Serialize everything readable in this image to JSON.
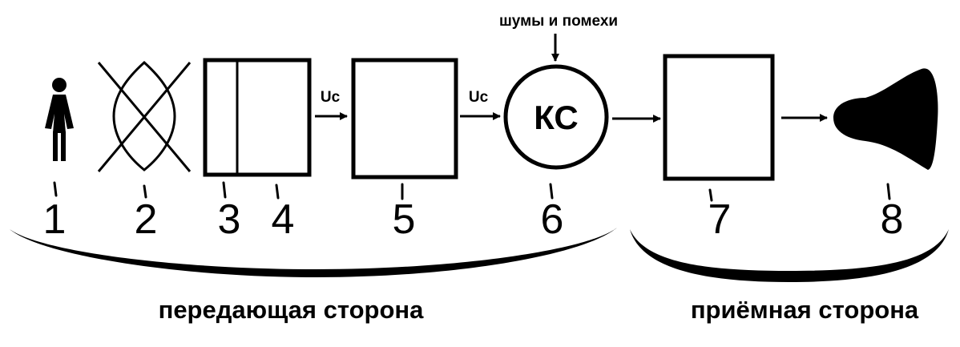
{
  "noise_label": "шумы и помехи",
  "signal_label_1": "Uс",
  "signal_label_2": "Uс",
  "channel_label": "КС",
  "numbers": [
    "1",
    "2",
    "3",
    "4",
    "5",
    "6",
    "7",
    "8"
  ],
  "transmit_side_label": "передающая сторона",
  "receive_side_label": "приёмная сторона"
}
